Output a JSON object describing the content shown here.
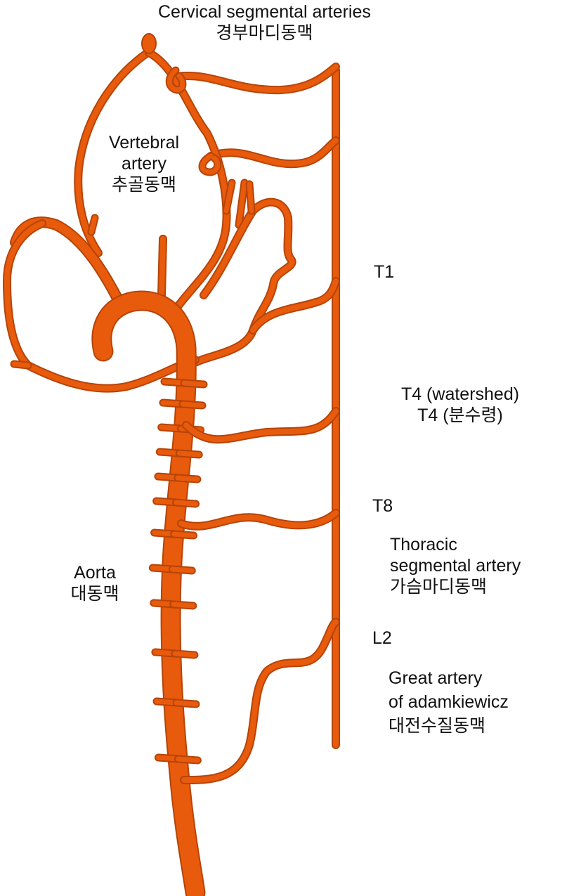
{
  "labels": {
    "cervical": {
      "en": "Cervical segmental arteries",
      "ko": "경부마디동맥"
    },
    "vertebral": {
      "en1": "Vertebral",
      "en2": "artery",
      "ko": "추골동맥"
    },
    "t1": "T1",
    "t4": {
      "en": "T4 (watershed)",
      "ko": "T4 (분수령)"
    },
    "t8": "T8",
    "thoracic": {
      "en1": "Thoracic",
      "en2": "segmental artery",
      "ko": "가슴마디동맥"
    },
    "l2": "L2",
    "adamkiewicz": {
      "en1": "Great artery",
      "en2": "of adamkiewicz",
      "ko": "대전수질동맥"
    },
    "aorta": {
      "en": "Aorta",
      "ko": "대동맥"
    }
  },
  "colors": {
    "artery": "#e85a0c",
    "artery_edge": "#b64408",
    "text": "#111111"
  }
}
